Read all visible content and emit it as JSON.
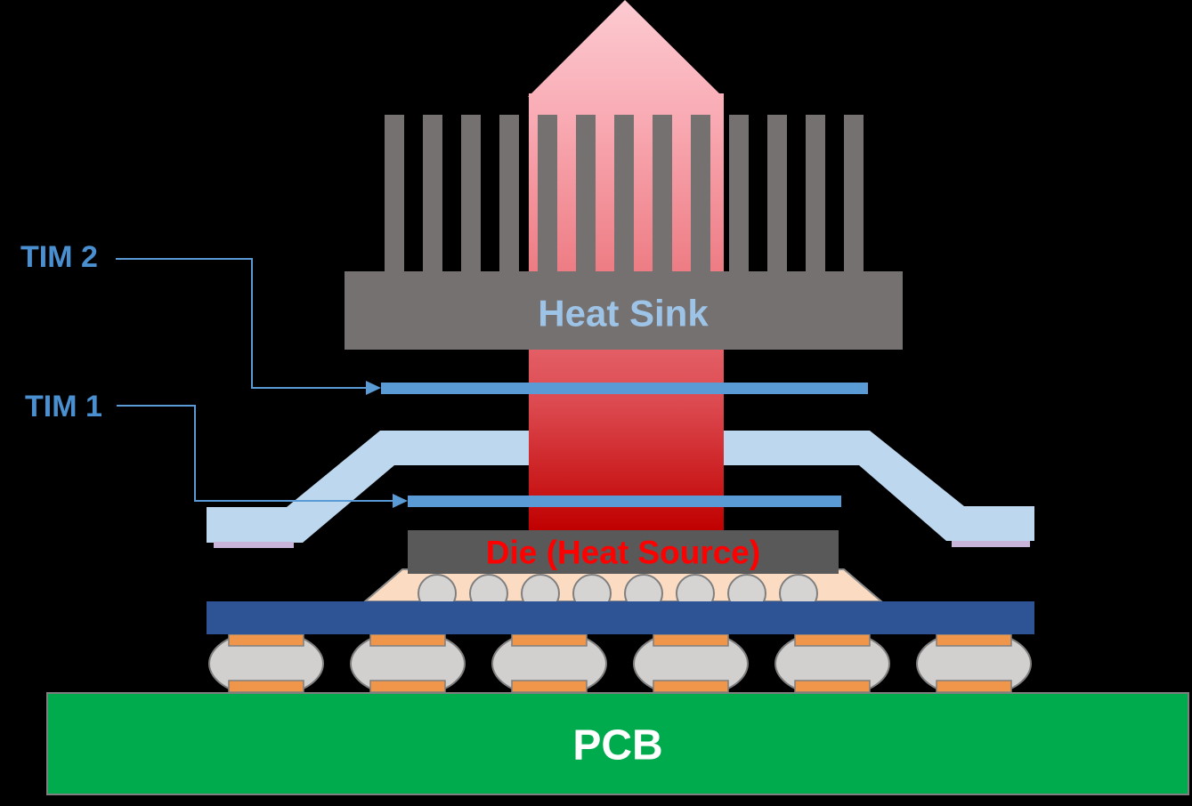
{
  "labels": {
    "tim2": "TIM 2",
    "tim1": "TIM 1",
    "heat_sink": "Heat Sink",
    "die": "Die (Heat Source)",
    "pcb": "PCB"
  },
  "colors": {
    "background": "#000000",
    "heat_sink_gray": "#767171",
    "heat_sink_label_blue": "#9DC3E6",
    "tim_bar_blue": "#5B9BD5",
    "tim_label_blue": "#4A8FD0",
    "leader_line_blue": "#5B9BD5",
    "lid_light_blue": "#BDD7EE",
    "sealant_lavender": "#C9B5D9",
    "die_gray": "#595959",
    "die_label_red": "#FF0000",
    "underfill_peach": "#FBDCC2",
    "c4_bump_gray": "#D6D3D3",
    "substrate_blue": "#2E5496",
    "bga_ball_gray": "#D2CFCF",
    "pad_orange": "#F0964A",
    "pcb_green": "#00AB4E",
    "pcb_label_white": "#FFFFFF",
    "heat_arrow_pink": "#FCCAD1",
    "heat_arrow_mid": "#EE7E86",
    "heat_arrow_red": "#C00000",
    "outline_gray": "#7F7F7F"
  },
  "structure": {
    "fin_count": 13,
    "c4_bump_count": 8,
    "bga_ball_count": 6
  }
}
